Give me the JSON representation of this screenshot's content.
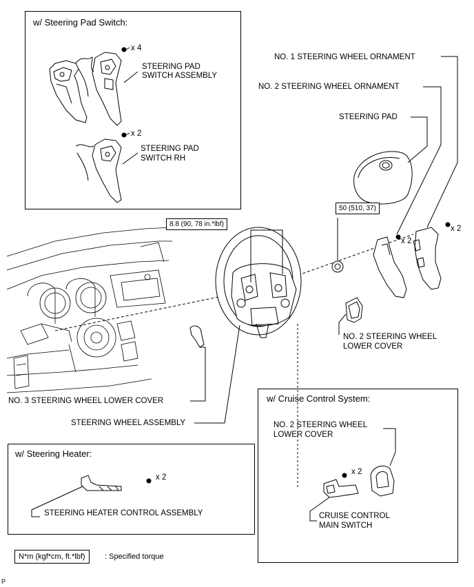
{
  "boxes": {
    "steering_pad_switch": "w/ Steering Pad Switch:",
    "steering_heater": "w/ Steering Heater:",
    "cruise_control": "w/ Cruise Control System:"
  },
  "labels": {
    "pad_switch_assembly_1": "STEERING PAD",
    "pad_switch_assembly_2": "SWITCH ASSEMBLY",
    "pad_switch_rh_1": "STEERING PAD",
    "pad_switch_rh_2": "SWITCH RH",
    "no1_ornament": "NO. 1 STEERING WHEEL ORNAMENT",
    "no2_ornament": "NO. 2 STEERING WHEEL ORNAMENT",
    "steering_pad": "STEERING PAD",
    "no2_lower_cover_1": "NO. 2 STEERING WHEEL",
    "no2_lower_cover_2": "LOWER COVER",
    "no3_lower_cover": "NO. 3 STEERING WHEEL LOWER COVER",
    "steering_wheel_assembly": "STEERING WHEEL ASSEMBLY",
    "heater_control": "STEERING HEATER CONTROL ASSEMBLY",
    "cc_lower_cover_1": "NO. 2 STEERING WHEEL",
    "cc_lower_cover_2": "LOWER COVER",
    "cruise_switch_1": "CRUISE CONTROL",
    "cruise_switch_2": "MAIN SWITCH"
  },
  "quantities": {
    "x4": "x 4",
    "x2_rh": "x 2",
    "x2_pad_a": "x 2",
    "x2_pad_b": "x 2",
    "x2_heater": "x 2",
    "x2_cruise": "x 2"
  },
  "torques": {
    "wheel_bolts": "8.8 (90, 78 in.*lbf)",
    "center_nut": "50 (510, 37)"
  },
  "legend": {
    "unit": "N*m (kgf*cm, ft.*lbf)",
    "meaning": ": Specified torque"
  },
  "corner_mark": "P"
}
